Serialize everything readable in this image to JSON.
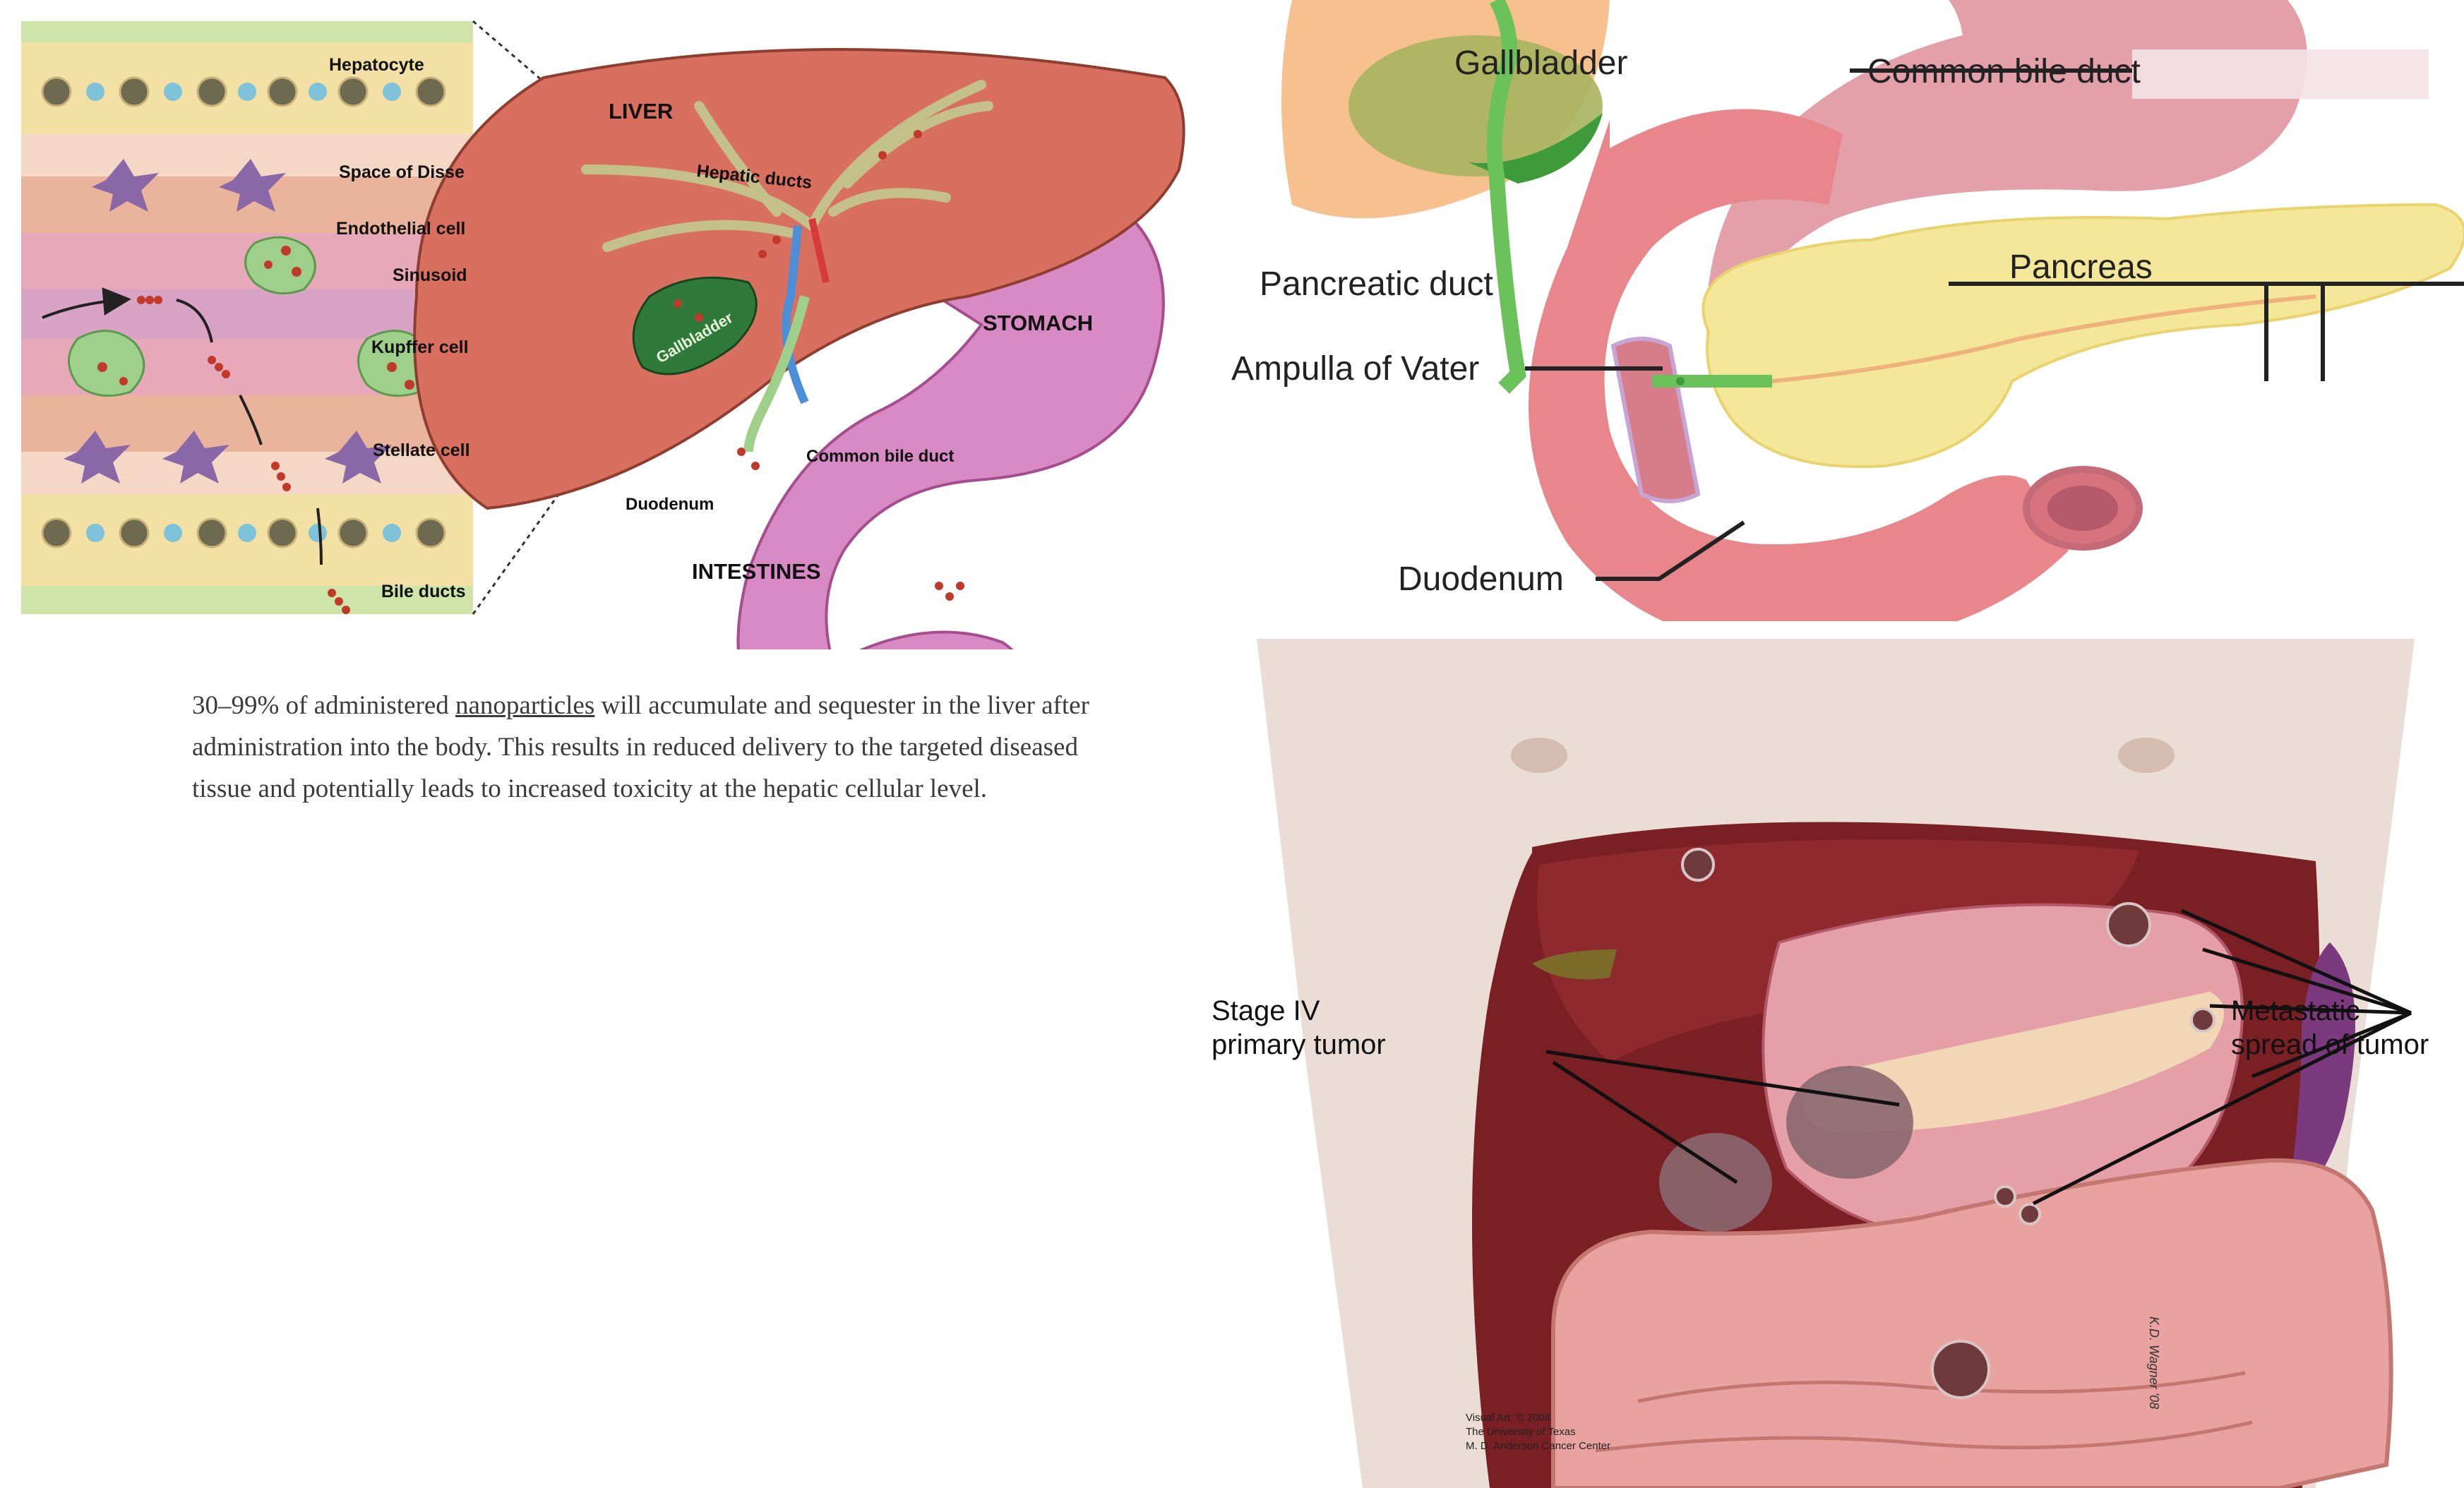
{
  "liver_figure": {
    "cells": {
      "hepatocyte": "Hepatocyte",
      "space_of_disse": "Space of Disse",
      "endothelial_cell": "Endothelial cell",
      "sinusoid": "Sinusoid",
      "kupffer_cell": "Kupffer cell",
      "stellate_cell": "Stellate cell",
      "bile_ducts": "Bile ducts"
    },
    "organs": {
      "liver": "LIVER",
      "hepatic_ducts": "Hepatic ducts",
      "gallbladder": "Gallbladder",
      "stomach": "STOMACH",
      "common_bile_duct": "Common bile duct",
      "duodenum": "Duodenum",
      "intestines": "INTESTINES"
    }
  },
  "caption": {
    "before": "30–99% of administered ",
    "link": "nanoparticles",
    "after": " will accumulate and sequester in the liver after administration into the body. This results in reduced delivery to the targeted diseased tissue and potentially leads to increased toxicity at the hepatic cellular level."
  },
  "pancreas_figure": {
    "gallbladder": "Gallbladder",
    "common_bile_duct": "Common bile duct",
    "pancreatic_duct": "Pancreatic duct",
    "pancreas": "Pancreas",
    "ampulla_of_vater": "Ampulla of Vater",
    "duodenum": "Duodenum"
  },
  "tumor_figure": {
    "stage_iv_line1": "Stage IV",
    "stage_iv_line2": "primary tumor",
    "metastatic_line1": "Metastatic",
    "metastatic_line2": "spread of tumor",
    "credit_line1": "Visual Art: © 2008",
    "credit_line2": "The University of Texas",
    "credit_line3": "M. D. Anderson Cancer Center",
    "signature": "K.D. Wagner '08"
  },
  "colors": {
    "liver": "#d9705f",
    "stomach": "#d88ac4",
    "gallbladder_dark": "#2f7a3a",
    "bile_green": "#9fd08a",
    "pancreas": "#f5e79a",
    "duodenum": "#e8868c",
    "skin": "#e8d8cf"
  }
}
